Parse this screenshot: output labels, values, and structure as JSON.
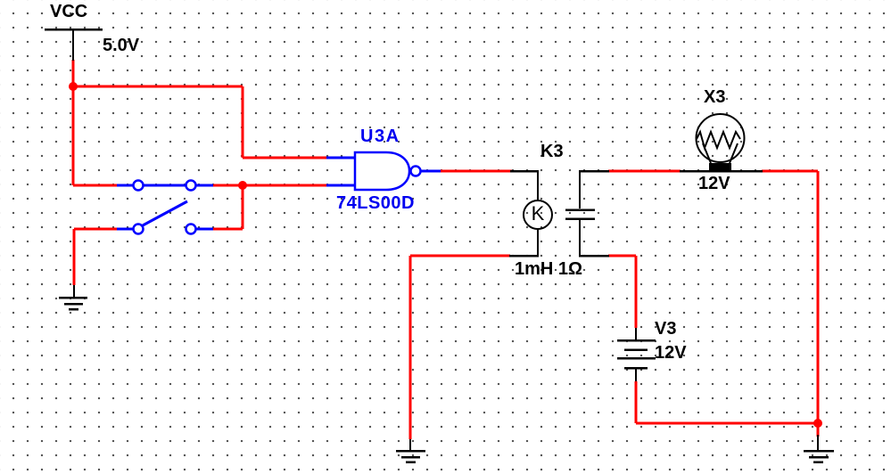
{
  "colors": {
    "background": "#ffffff",
    "grid_dot": "#4a4a4a",
    "wire_red": "#ff0000",
    "logic_blue": "#0000ff",
    "symbol_black": "#000000"
  },
  "power_source": {
    "net_label": "VCC",
    "voltage": "5.0V"
  },
  "gate": {
    "ref_des": "U3A",
    "part_number": "74LS00D"
  },
  "relay": {
    "ref_des": "K3",
    "coil_letter": "K",
    "values": "1mH 1Ω"
  },
  "lamp": {
    "ref_des": "X3",
    "rating": "12V"
  },
  "battery": {
    "ref_des": "V3",
    "voltage": "12V"
  }
}
